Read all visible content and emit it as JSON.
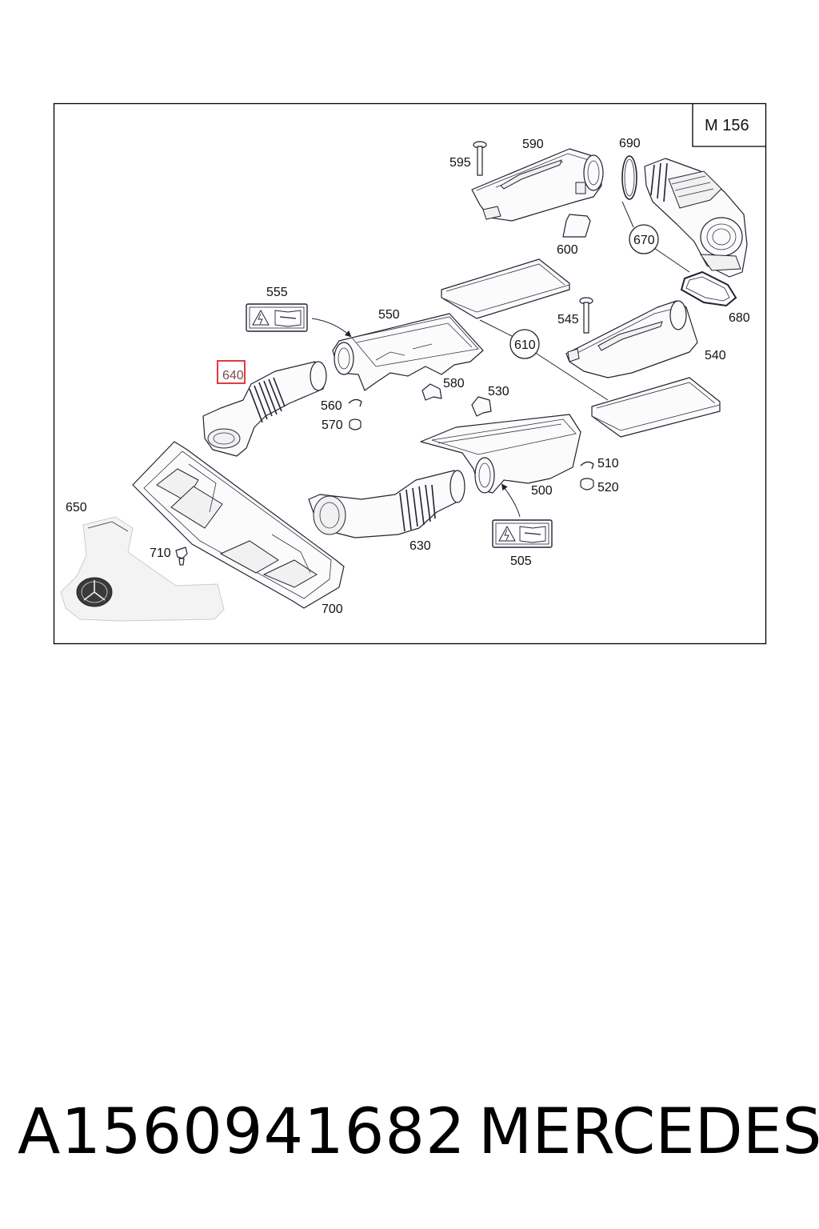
{
  "diagram": {
    "model_code": "M 156",
    "highlighted_part": "640",
    "callouts": {
      "p500": "500",
      "p505": "505",
      "p510": "510",
      "p520": "520",
      "p530": "530",
      "p540": "540",
      "p545": "545",
      "p550": "550",
      "p555": "555",
      "p560": "560",
      "p570": "570",
      "p580": "580",
      "p590": "590",
      "p595": "595",
      "p600": "600",
      "p610": "610",
      "p630": "630",
      "p640": "640",
      "p650": "650",
      "p670": "670",
      "p680": "680",
      "p690": "690",
      "p700": "700",
      "p710": "710"
    }
  },
  "footer": {
    "part_number": "A1560941682",
    "brand": "MERCEDES"
  }
}
